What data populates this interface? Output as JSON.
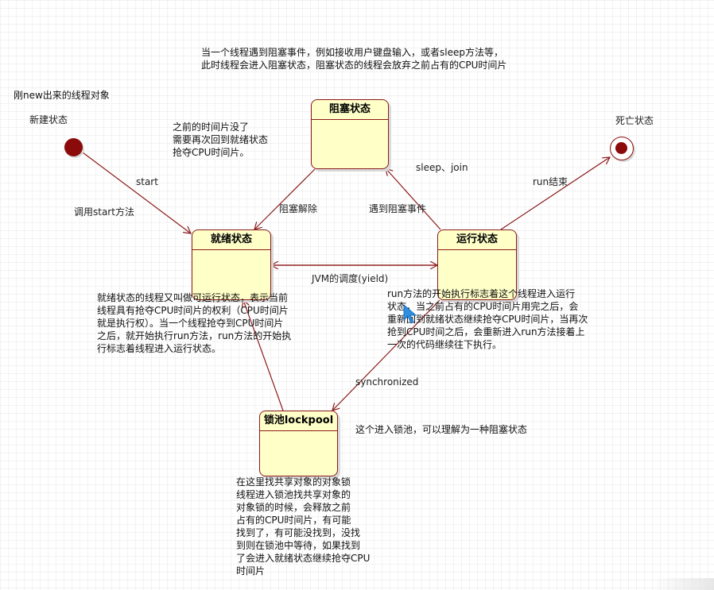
{
  "notes": {
    "blocked_description": "当一个线程遇到阻塞事件，例如接收用户键盘输入，或者sleep方法等，\n此时线程会进入阻塞状态，阻塞状态的线程会放弃之前占有的CPU时间片",
    "new_thread_caption": "刚new出来的线程对象",
    "timeslice_lost": "之前的时间片没了\n需要再次回到就绪状态\n抢夺CPU时间片。",
    "ready_description": "就绪状态的线程又叫做可运行状态，表示当前\n线程具有抢夺CPU时间片的权利（CPU时间片\n就是执行权）。当一个线程抢夺到CPU时间片\n之后，就开始执行run方法，run方法的开始执\n行标志着线程进入运行状态。",
    "running_description": "run方法的开始执行标志着这个线程进入运行\n状态，当之前占有的CPU时间片用完之后，会\n重新回到就绪状态继续抢夺CPU时间片，当再次\n抢到CPU时间之后，会重新进入run方法接着上\n一次的代码继续往下执行。",
    "lockpool_caption": "这个进入锁池，可以理解为一种阻塞状态",
    "lockpool_description": "在这里找共享对象的对象锁\n线程进入锁池找共享对象的\n对象锁的时候，会释放之前\n占有的CPU时间片，有可能\n找到了，有可能没找到，没找\n到则在锁池中等待，如果找到\n了会进入就绪状态继续抢夺CPU\n时间片"
  },
  "states": {
    "new": "新建状态",
    "blocked": "阻塞状态",
    "ready": "就绪状态",
    "running": "运行状态",
    "dead": "死亡状态",
    "lockpool": "锁池lockpool"
  },
  "transitions": {
    "start": "start",
    "call_start": "调用start方法",
    "unblock": "阻塞解除",
    "sleep_join": "sleep、join",
    "blocking_event": "遇到阻塞事件",
    "run_end": "run结束",
    "jvm_scheduling": "JVM的调度(yield)",
    "synchronized": "synchronized"
  },
  "colors": {
    "state_fill": "#ffffc8",
    "state_border": "#8b1a1a",
    "arrow": "#8b1a1a",
    "node": "#8b0a0a",
    "cursor": "#2f8ee0"
  },
  "icons": {
    "cursor": "mouse-pointer-icon"
  }
}
